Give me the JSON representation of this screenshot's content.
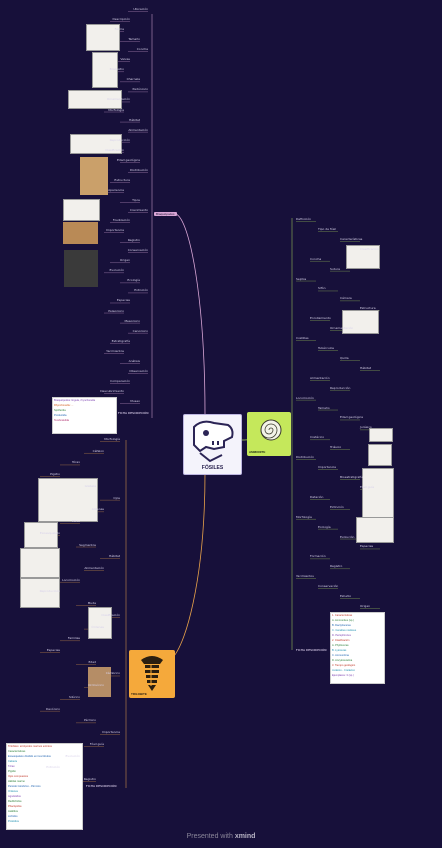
{
  "center": {
    "title": "FÓSILES"
  },
  "branches": {
    "ammonite": {
      "title": "AMMONITE"
    },
    "trilobite": {
      "title": "TRILOBITE"
    },
    "top_left": {
      "title": "Braquiópodos"
    }
  },
  "ficha_labels": {
    "top": "FICHA DESCRIPCIÓN",
    "right": "FICHA DESCRIPCIÓN",
    "bottom": "FICHA DESCRIPCIÓN"
  },
  "ficha_right": {
    "lines": [
      "1. Características",
      "A. Ammonites (sp.)",
      "B. Dactylioceras",
      "C. Ceratites nodosus",
      "D. Perisphinctes",
      "2. Clasificación",
      "A. Phylloceras",
      "B. Lytoceras",
      "C. Ammonitina",
      "D. Ancyloceratina",
      "3. Tiempo geológico",
      "Jurásico - Cretácico",
      "Ejemplares: 3 (sp.)"
    ]
  },
  "ficha_top": {
    "lines": [
      "Braquiópodos: lingula, rhynchonella",
      "Rhynchonella: ...",
      "Spiriferida",
      "Productida",
      "Terebratulida"
    ]
  },
  "ficha_bottom": {
    "lines": [
      "Trilobites: artrópodos marinos extintos",
      "Características",
      "Exoesqueleto dividido en tres lóbulos",
      "Cabeza",
      "Tórax",
      "Pigidio",
      "Ojos compuestos",
      "Hábitat marino",
      "Periodo Cámbrico - Pérmico",
      "Ordenes",
      "Agnóstidos",
      "Redlíchidos",
      "Phacópidos",
      "Asáfidos",
      "Lichidos",
      "Proétidos"
    ]
  },
  "left_top_labels": [
    "Ubicación",
    "Descripción",
    "Forma",
    "Tamaño",
    "Concha",
    "Valvas",
    "Braquidio",
    "Charnela",
    "Pedúnculo",
    "Ornamentación",
    "Morfología",
    "Hábitat",
    "Alimentación",
    "Reproducción",
    "Clasificación",
    "Edad geológica",
    "Distribución",
    "Estructura",
    "Apariencia",
    "Tipos",
    "Crecimiento",
    "Fosilización",
    "Importancia",
    "Registro",
    "Conservación",
    "Origen",
    "Evolución",
    "Ecología",
    "Extinción",
    "Especies",
    "Paleozoico",
    "Mesozoico",
    "Cenozoico",
    "Estratigrafía",
    "Yacimientos",
    "Análisis",
    "Observación",
    "Comparación",
    "Descubrimiento",
    "Museo"
  ],
  "right_labels": [
    "Definición",
    "Tipo de fósil",
    "Características",
    "Clasificación",
    "Concha",
    "Sutura",
    "Septos",
    "Sifón",
    "Cámara",
    "Estructura",
    "Enrollamiento",
    "Ornamentación",
    "Costillas",
    "Tubérculos",
    "Quilla",
    "Hábitat",
    "Alimentación",
    "Reproducción",
    "Locomoción",
    "Tamaño",
    "Edad geológica",
    "Jurásico",
    "Cretácico",
    "Triásico",
    "Distribución",
    "Importancia",
    "Bioestratigrafía",
    "Fósil guía",
    "Datación",
    "Extinción",
    "Morfología",
    "Ecología",
    "Evolución",
    "Especies",
    "Formación",
    "Registro",
    "Yacimientos",
    "Conservación",
    "Estudio",
    "Origen"
  ],
  "trilobite_labels": [
    "Morfología",
    "Céfalon",
    "Tórax",
    "Pigidio",
    "Glabela",
    "Ojos",
    "Antenas",
    "Patas",
    "Exoesqueleto",
    "Segmentos",
    "Hábitat",
    "Alimentación",
    "Locomoción",
    "Reproducción",
    "Muda",
    "Clasificación",
    "Órdenes",
    "Familias",
    "Especies",
    "Edad",
    "Cámbrico",
    "Ordovícico",
    "Silúrico",
    "Devónico",
    "Pérmico",
    "Importancia",
    "Fósil guía",
    "Evolución",
    "Extinción",
    "Registro"
  ],
  "footer": {
    "prefix": "Presented with ",
    "brand": "xmind"
  },
  "colors": {
    "background": "#17103a",
    "line_top": "#d9a6d6",
    "line_right": "#a9d85a",
    "line_bottom": "#e8a24a",
    "ammonite_card": "#c5e85b",
    "trilobite_card": "#f5a93b",
    "tag_pink": "#d9a6d6"
  }
}
